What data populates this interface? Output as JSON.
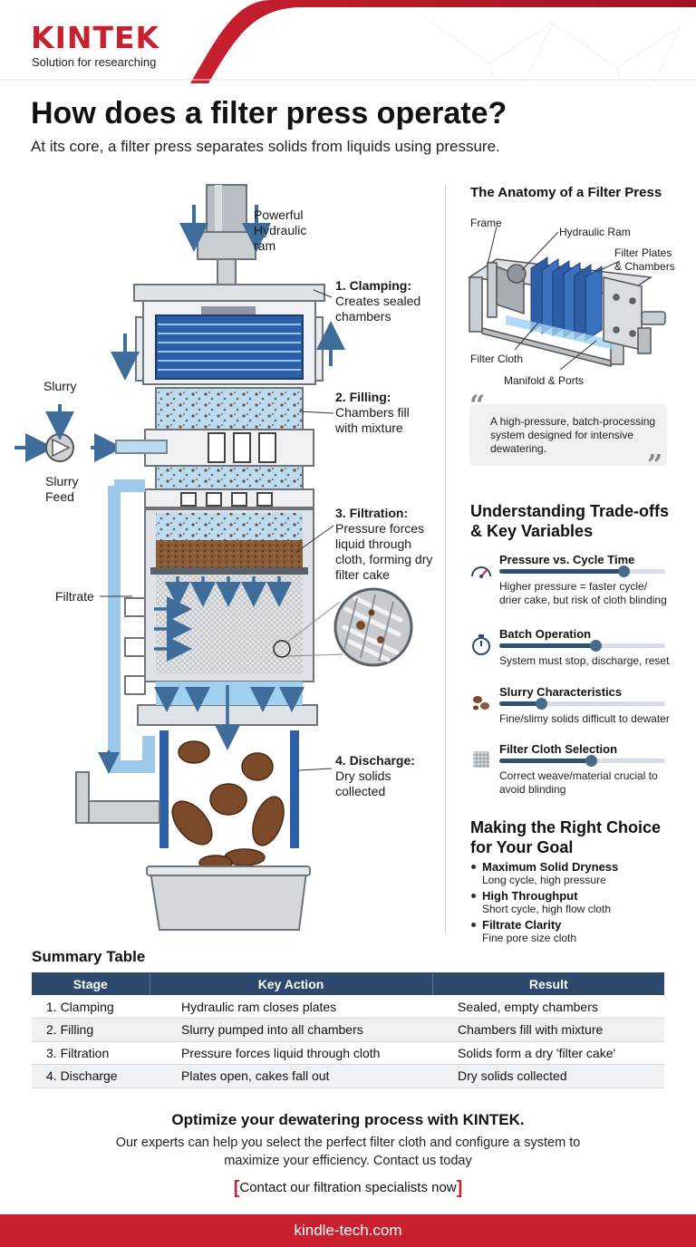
{
  "brand": {
    "logo": "KINTEK",
    "tagline": "Solution for researching"
  },
  "title": "How does a filter press operate?",
  "subtitle": "At its core, a filter press separates solids from liquids using pressure.",
  "diagram_labels": {
    "ram": [
      "Powerful",
      "Hydraulic",
      "ram"
    ],
    "slurry": "Slurry",
    "slurry_feed": [
      "Slurry",
      "Feed"
    ],
    "filtrate": "Filtrate",
    "step1_title": "1. Clamping:",
    "step1_text": [
      "Creates sealed",
      "chambers"
    ],
    "step2_title": "2. Filling:",
    "step2_text": [
      "Chambers fill",
      "with mixture"
    ],
    "step3_title": "3. Filtration:",
    "step3_text": [
      "Pressure forces",
      "liquid through",
      "cloth, forming dry",
      "filter cake"
    ],
    "step4_title": "4. Discharge:",
    "step4_text": [
      "Dry solids",
      "collected"
    ]
  },
  "anatomy": {
    "title": "The Anatomy of a Filter Press",
    "labels": {
      "frame": "Frame",
      "ram": "Hydraulic Ram",
      "plates": [
        "Filter Plates",
        "& Chambers"
      ],
      "cloth": "Filter Cloth",
      "manifold": "Manifold & Ports"
    },
    "quote": "A high-pressure, batch-processing system designed for intensive dewatering."
  },
  "tradeoffs": {
    "title": [
      "Understanding Trade-offs",
      "& Key Variables"
    ],
    "items": [
      {
        "name": "Pressure vs. Cycle Time",
        "icon": "gauge-icon",
        "level": 0.75,
        "desc": "Higher pressure = faster cycle/ drier cake, but risk of cloth blinding"
      },
      {
        "name": "Batch Operation",
        "icon": "stopwatch-icon",
        "level": 0.58,
        "desc": "System must stop, discharge, reset"
      },
      {
        "name": "Slurry Characteristics",
        "icon": "particles-icon",
        "level": 0.25,
        "desc": "Fine/slimy solids difficult to dewater"
      },
      {
        "name": "Filter Cloth Selection",
        "icon": "mesh-icon",
        "level": 0.55,
        "desc": "Correct weave/material crucial to avoid blinding"
      }
    ]
  },
  "choice": {
    "title": [
      "Making the Right Choice",
      "for Your Goal"
    ],
    "items": [
      {
        "head": "Maximum Solid Dryness",
        "desc": "Long cycle, high pressure"
      },
      {
        "head": "High Throughput",
        "desc": "Short cycle, high flow cloth"
      },
      {
        "head": "Filtrate Clarity",
        "desc": "Fine pore size cloth"
      }
    ]
  },
  "summary": {
    "title": "Summary Table",
    "columns": [
      "Stage",
      "Key Action",
      "Result"
    ],
    "rows": [
      [
        "1. Clamping",
        "Hydraulic ram closes plates",
        "Sealed, empty chambers"
      ],
      [
        "2. Filling",
        "Slurry pumped into all chambers",
        "Chambers fill with mixture"
      ],
      [
        "3. Filtration",
        "Pressure forces liquid through cloth",
        "Solids form a dry 'filter cake'"
      ],
      [
        "4. Discharge",
        "Plates open, cakes fall out",
        "Dry solids collected"
      ]
    ]
  },
  "cta": {
    "title": "Optimize your dewatering process with KINTEK.",
    "body": "Our experts can help you select the perfect filter cloth and configure a system to maximize your efficiency. Contact us today",
    "link": "Contact our filtration specialists now"
  },
  "footer": "kindle-tech.com",
  "colors": {
    "brand_red": "#c8202f",
    "navy": "#2d4a6e",
    "water_blue": "#8fc3e8",
    "cake_brown": "#7a4a2a"
  }
}
